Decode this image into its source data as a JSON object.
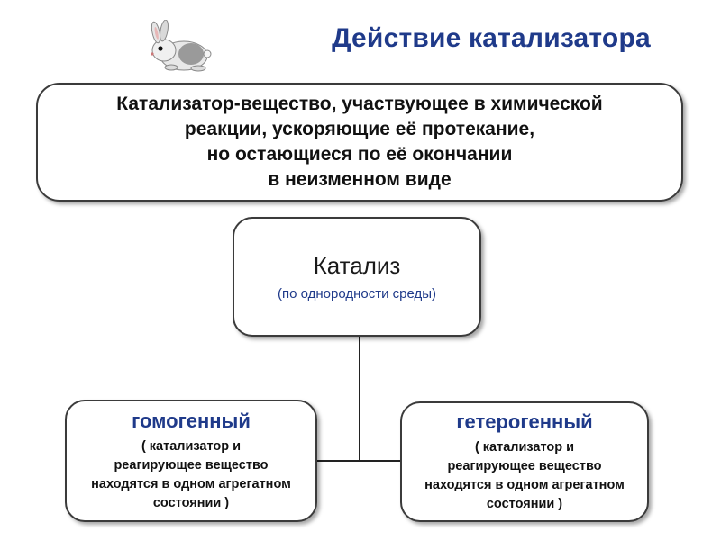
{
  "title": "Действие катализатора",
  "definition": {
    "lines": [
      "Катализатор-вещество, участвующее в химической",
      "реакции, ускоряющие её протекание,",
      "но остающиеся по её окончании",
      "в неизменном виде"
    ]
  },
  "catalysis": {
    "title": "Катализ",
    "subtitle": "(по однородности среды)"
  },
  "types": [
    {
      "name": "гомогенный",
      "lines": [
        "( катализатор и",
        "реагирующее вещество",
        "находятся в одном агрегатном",
        "состоянии )"
      ]
    },
    {
      "name": "гетерогенный",
      "lines": [
        "( катализатор и",
        "реагирующее вещество",
        "находятся в одном агрегатном",
        "состоянии )"
      ]
    }
  ],
  "colors": {
    "title": "#1f3a8a",
    "border": "#3b3b3b",
    "connector": "#222222"
  },
  "icons": [
    "rabbit-icon"
  ]
}
